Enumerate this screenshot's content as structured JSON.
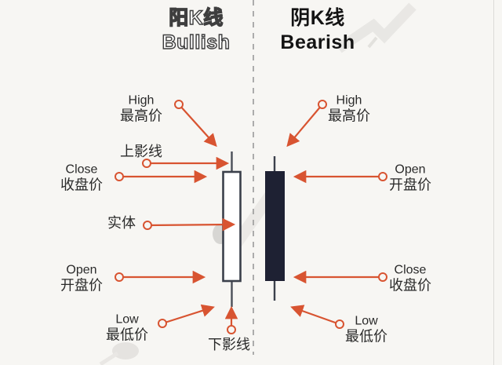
{
  "titles": {
    "bullish": {
      "cn": "阳K线",
      "en": "Bullish"
    },
    "bearish": {
      "cn": "阴K线",
      "en": "Bearish"
    }
  },
  "left": {
    "high": {
      "en": "High",
      "cn": "最高价"
    },
    "upper_shadow": "上影线",
    "close": {
      "en": "Close",
      "cn": "收盘价"
    },
    "body": "实体",
    "open": {
      "en": "Open",
      "cn": "开盘价"
    },
    "low": {
      "en": "Low",
      "cn": "最低价"
    },
    "lower_shadow": "下影线"
  },
  "right": {
    "high": {
      "en": "High",
      "cn": "最高价"
    },
    "open": {
      "en": "Open",
      "cn": "开盘价"
    },
    "close": {
      "en": "Close",
      "cn": "收盘价"
    },
    "low": {
      "en": "Low",
      "cn": "最低价"
    }
  },
  "colors": {
    "arrow": "#d85431",
    "bearish_body": "#1e2133",
    "bullish_body_fill": "#ffffff",
    "candle_outline": "#3b404b",
    "background": "#f7f6f3",
    "divider": "#9a9a9a"
  }
}
